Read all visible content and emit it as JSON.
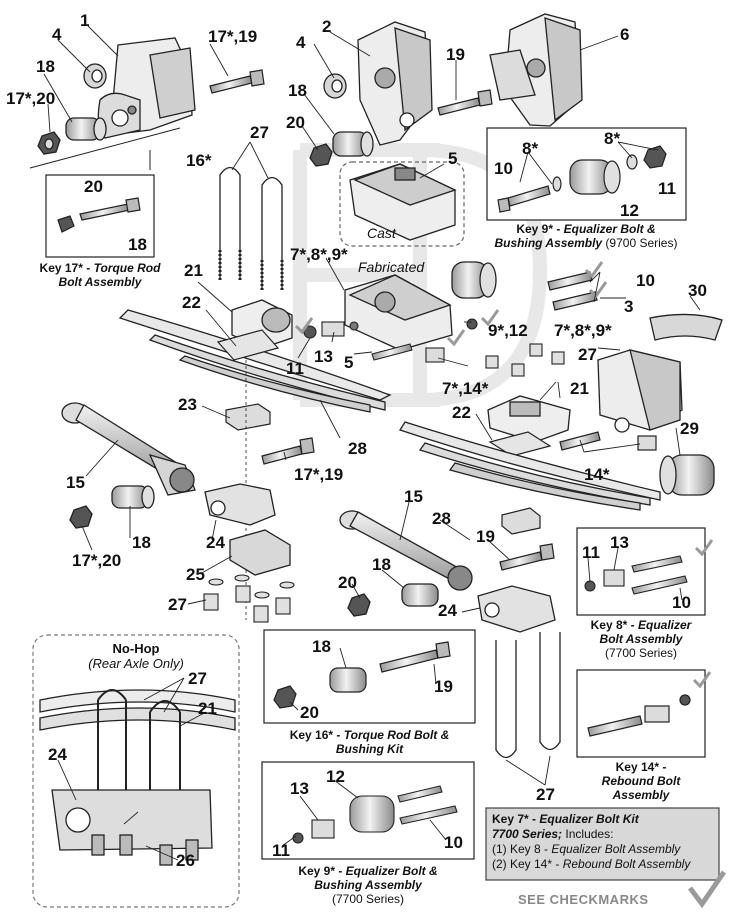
{
  "part_labels": {
    "l1": "1",
    "l4a": "4",
    "l2": "2",
    "l4b": "4",
    "l6": "6",
    "l17_19a": "17*,19",
    "l18a": "18",
    "l17_20a": "17*,20",
    "l16": "16*",
    "l27a": "27",
    "l20a": "20",
    "l18b": "18",
    "l19a": "19",
    "l5a": "5",
    "l8a": "8*",
    "l8b": "8*",
    "l10a": "10",
    "l11a": "11",
    "l12a": "12",
    "l20b": "20",
    "l18c": "18",
    "l21a": "21",
    "l22a": "22",
    "l7_8_9a": "7*,8*,9*",
    "l10b": "10",
    "l3": "3",
    "l30": "30",
    "l9_12": "9*,12",
    "l7_8_9b": "7*,8*,9*",
    "l11b": "11",
    "l13a": "13",
    "l5b": "5",
    "l27b": "27",
    "l7_14": "7*,14*",
    "l21b": "21",
    "l22b": "22",
    "l23": "23",
    "l28a": "28",
    "l14": "14*",
    "l29": "29",
    "l15a": "15",
    "l17_19b": "17*,19",
    "l18d": "18",
    "l24a": "24",
    "l17_20b": "17*,20",
    "l25": "25",
    "l27c": "27",
    "l15b": "15",
    "l28b": "28",
    "l19b": "19",
    "l20c": "20",
    "l18e": "18",
    "l24b": "24",
    "l11c": "11",
    "l13b": "13",
    "l10c": "10",
    "l18f": "18",
    "l19c": "19",
    "l20d": "20",
    "l27d": "27",
    "l21c": "21",
    "l24c": "24",
    "l26": "26",
    "l13c": "13",
    "l12b": "12",
    "l11d": "11",
    "l10d": "10",
    "l27e": "27"
  },
  "texts": {
    "cast": "Cast",
    "fabricated": "Fabricated",
    "nohop_title": "No-Hop",
    "nohop_sub": "(Rear Axle Only)"
  },
  "captions": {
    "key17_a": "Key 17* - ",
    "key17_b": "Torque Rod",
    "key17_c": "Bolt Assembly",
    "key9a_a": "Key 9* - ",
    "key9a_b": "Equalizer Bolt &",
    "key9a_c": "Bushing Assembly",
    "key9a_d": " (9700 Series)",
    "key8_a": "Key 8* - ",
    "key8_b": "Equalizer",
    "key8_c": "Bolt Assembly",
    "key8_d": "(7700 Series)",
    "key14_a": "Key 14* -",
    "key14_b": "Rebound Bolt",
    "key14_c": "Assembly",
    "key16_a": "Key 16* - ",
    "key16_b": "Torque Rod Bolt &",
    "key16_c": "Bushing Kit",
    "key9b_a": "Key 9* - ",
    "key9b_b": "Equalizer Bolt &",
    "key9b_c": "Bushing Assembly",
    "key9b_d": "(7700 Series)"
  },
  "note": {
    "line1a": "Key 7* - ",
    "line1b": "Equalizer Bolt Kit",
    "line2a": "7700 Series;",
    "line2b": " Includes:",
    "line3a": "(1) Key 8 - ",
    "line3b": "Equalizer Bolt Assembly",
    "line4a": "(2) Key 14* - ",
    "line4b": "Rebound Bolt Assembly"
  },
  "footer": {
    "see_checkmarks": "SEE CHECKMARKS"
  },
  "colors": {
    "line": "#222222",
    "part_fill": "#e6e6e6",
    "part_dark": "#9a9a9a",
    "watermark": "#e3e3e3",
    "note_bg": "#d8d8d8"
  }
}
